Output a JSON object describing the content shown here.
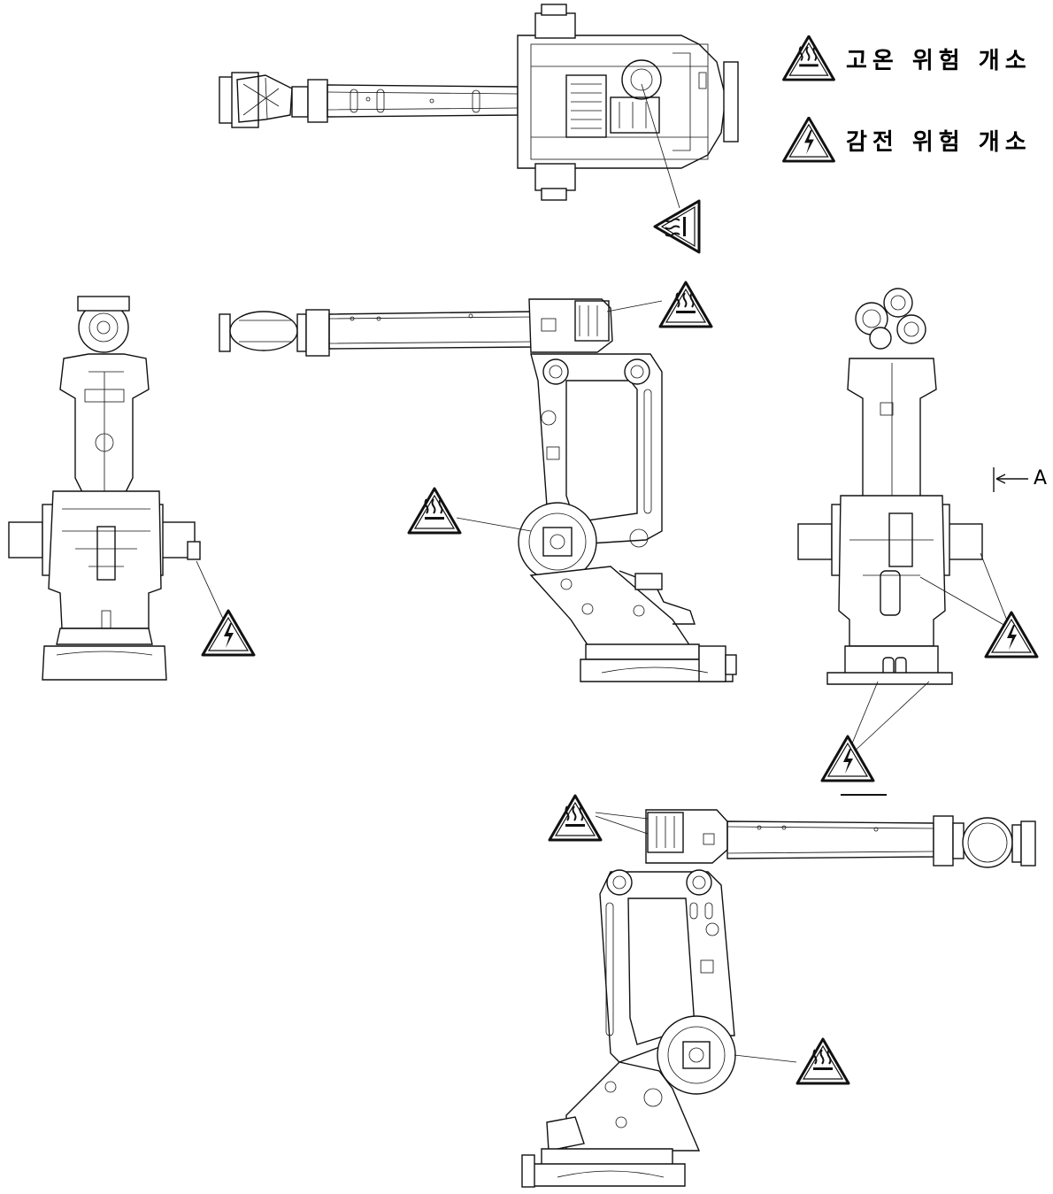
{
  "legend": {
    "high_temp_label": "고온 위험 개소",
    "electric_label": "감전 위험 개소"
  },
  "view_marker": {
    "label": "A"
  },
  "icons": {
    "hot_surface": "hot-surface-warning-icon",
    "electric_shock": "electric-shock-warning-icon"
  },
  "colors": {
    "line": "#111111",
    "background": "#ffffff"
  }
}
